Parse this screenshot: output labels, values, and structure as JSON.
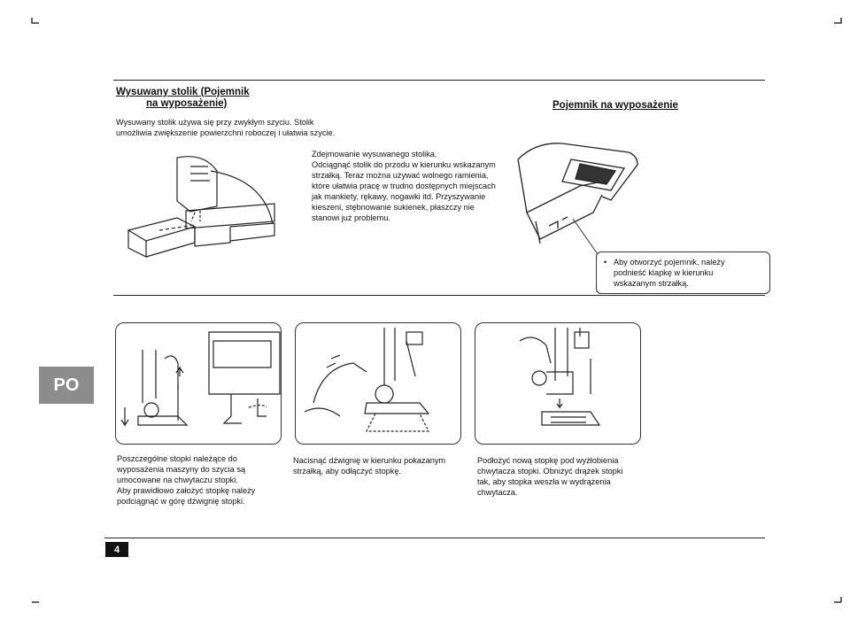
{
  "section_left": {
    "title_line1": "Wysuwany stolik (Pojemnik",
    "title_line2": "na wyposażenie)",
    "intro": "Wysuwany stolik używa się przy zwykłym szyciu. Stolik\numożliwia zwiększenie powierzchni roboczej i ułatwia szycie.",
    "removal": "Zdejmowanie wysuwanego stolika.\nOdciągnąć stolik do przodu w kierunku wskazanym\nstrzałką. Teraz można używać wolnego ramienia,\nktóre ułatwia pracę w trudno dostępnych miejscach\njak mankiety, rękawy, nogawki itd. Przyszywanie\nkieszeni, stębnowanie sukienek, płaszczy nie\nstanowi już problemu."
  },
  "section_right": {
    "title": "Pojemnik na wyposażenie",
    "callout": "Aby otworzyć pojemnik, należy\npodnieść klapkę w kierunku\nwskazanym strzałką.",
    "bullet": "•"
  },
  "steps": [
    {
      "text": "Poszczególne stopki należące do\nwyposażenia maszyny do szycia są\numocowane na chwytaczu stopki.\nAby prawidłowo założyć stopkę należy\npodciągnąć w górę dźwignię stopki."
    },
    {
      "text": "Nacisnąć dźwignię w kierunku pokazanym\nstrzałką, aby odłączyć stopkę."
    },
    {
      "text": "Podłożyć nową stopkę pod wyżłobienia\nchwytacza stopki. Obniżyć drążek stopki\ntak, aby stopka weszła w wydrążenia\nchwytacza."
    }
  ],
  "language_tab": "PO",
  "page_number": "4"
}
